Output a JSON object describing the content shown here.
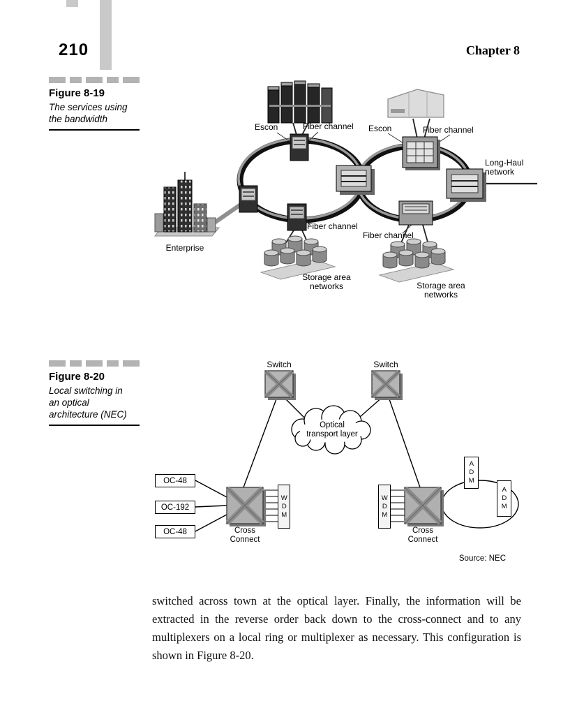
{
  "header": {
    "page_number": "210",
    "chapter": "Chapter 8"
  },
  "figure19": {
    "label": "Figure 8-19",
    "caption": "The services using\nthe bandwidth",
    "labels": {
      "escon_left": "Escon",
      "fiber_top_left": "Fiber channel",
      "escon_right": "Escon",
      "fiber_top_right": "Fiber channel",
      "long_haul": "Long-Haul\nnetwork",
      "enterprise": "Enterprise",
      "fiber_bottom_left": "Fiber channel",
      "fiber_bottom_right": "Fiber channel",
      "san_left": "Storage area\nnetworks",
      "san_right": "Storage area\nnetworks"
    }
  },
  "figure20": {
    "label": "Figure 8-20",
    "caption": "Local switching in\nan optical\narchitecture (NEC)",
    "labels": {
      "switch_left": "Switch",
      "switch_right": "Switch",
      "cloud": "Optical\ntransport layer",
      "oc48_a": "OC-48",
      "oc192": "OC-192",
      "oc48_b": "OC-48",
      "wdm_left": "WDM",
      "wdm_right": "WDM",
      "cross_connect_left": "Cross\nConnect",
      "cross_connect_right": "Cross\nConnect",
      "adm_top": "ADM",
      "adm_right": "ADM",
      "source": "Source: NEC"
    }
  },
  "body": {
    "paragraph": "switched across town at the optical layer. Finally, the information will be extracted in the reverse order back down to the cross-connect and to any multiplexers on a local ring or multiplexer as necessary. This configuration is shown in Figure 8-20."
  }
}
